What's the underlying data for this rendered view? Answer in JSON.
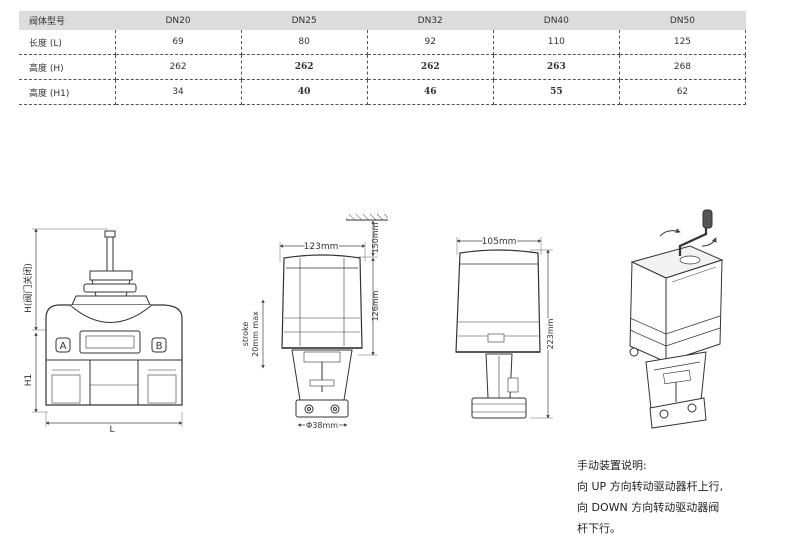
{
  "spec_table": {
    "headers": [
      "阀体型号",
      "DN20",
      "DN25",
      "DN32",
      "DN40",
      "DN50"
    ],
    "rows": [
      {
        "label": "长度 (L)",
        "values": [
          "69",
          "80",
          "92",
          "110",
          "125"
        ]
      },
      {
        "label": "高度 (H)",
        "values": [
          "262",
          "262",
          "262",
          "263",
          "268"
        ]
      },
      {
        "label": "高度 (H1)",
        "values": [
          "34",
          "40",
          "46",
          "55",
          "62"
        ]
      }
    ]
  },
  "drawing1": {
    "h_label": "H(阀门关闭)",
    "h1_label": "H1",
    "l_label": "L",
    "port_a": "A",
    "port_b": "B"
  },
  "drawing2": {
    "width_label": "123mm",
    "clearance_label": "150mm",
    "height_label": "126mm",
    "stroke_label_1": "stroke",
    "stroke_label_2": "20mm max",
    "diameter_label": "Φ38mm"
  },
  "drawing3": {
    "width_label": "105mm",
    "height_label": "223mm"
  },
  "manual_note": {
    "title": "手动装置说明:",
    "line1": "向 UP 方向转动驱动器杆上行,",
    "line2": "向 DOWN 方向转动驱动器阀",
    "line3": "杆下行。"
  }
}
